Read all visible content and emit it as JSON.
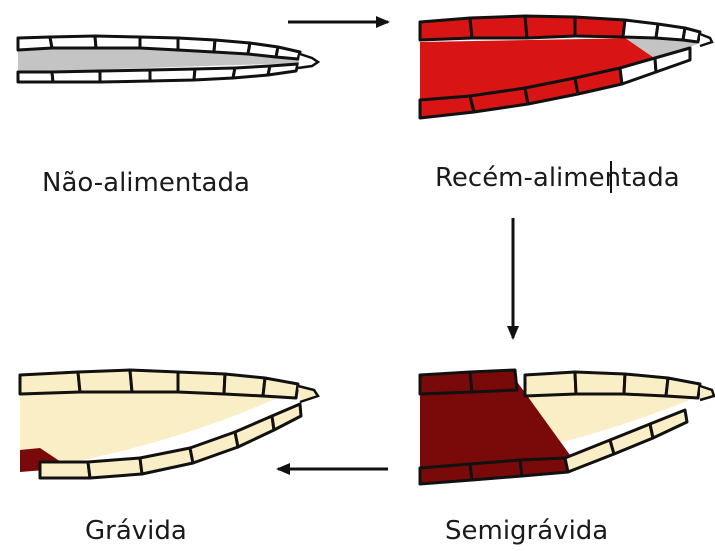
{
  "stages": [
    {
      "id": "unfed",
      "label": "Não-alimentada"
    },
    {
      "id": "fed",
      "label": "Recém-alimentada"
    },
    {
      "id": "semigravid",
      "label": "Semigrávida"
    },
    {
      "id": "gravid",
      "label": "Grávida"
    }
  ],
  "colors": {
    "unfed_fill": "#c4c4c4",
    "fed_blood": "#d81414",
    "old_blood": "#7a0a0a",
    "eggs": "#faeec6",
    "outline": "#111111"
  }
}
